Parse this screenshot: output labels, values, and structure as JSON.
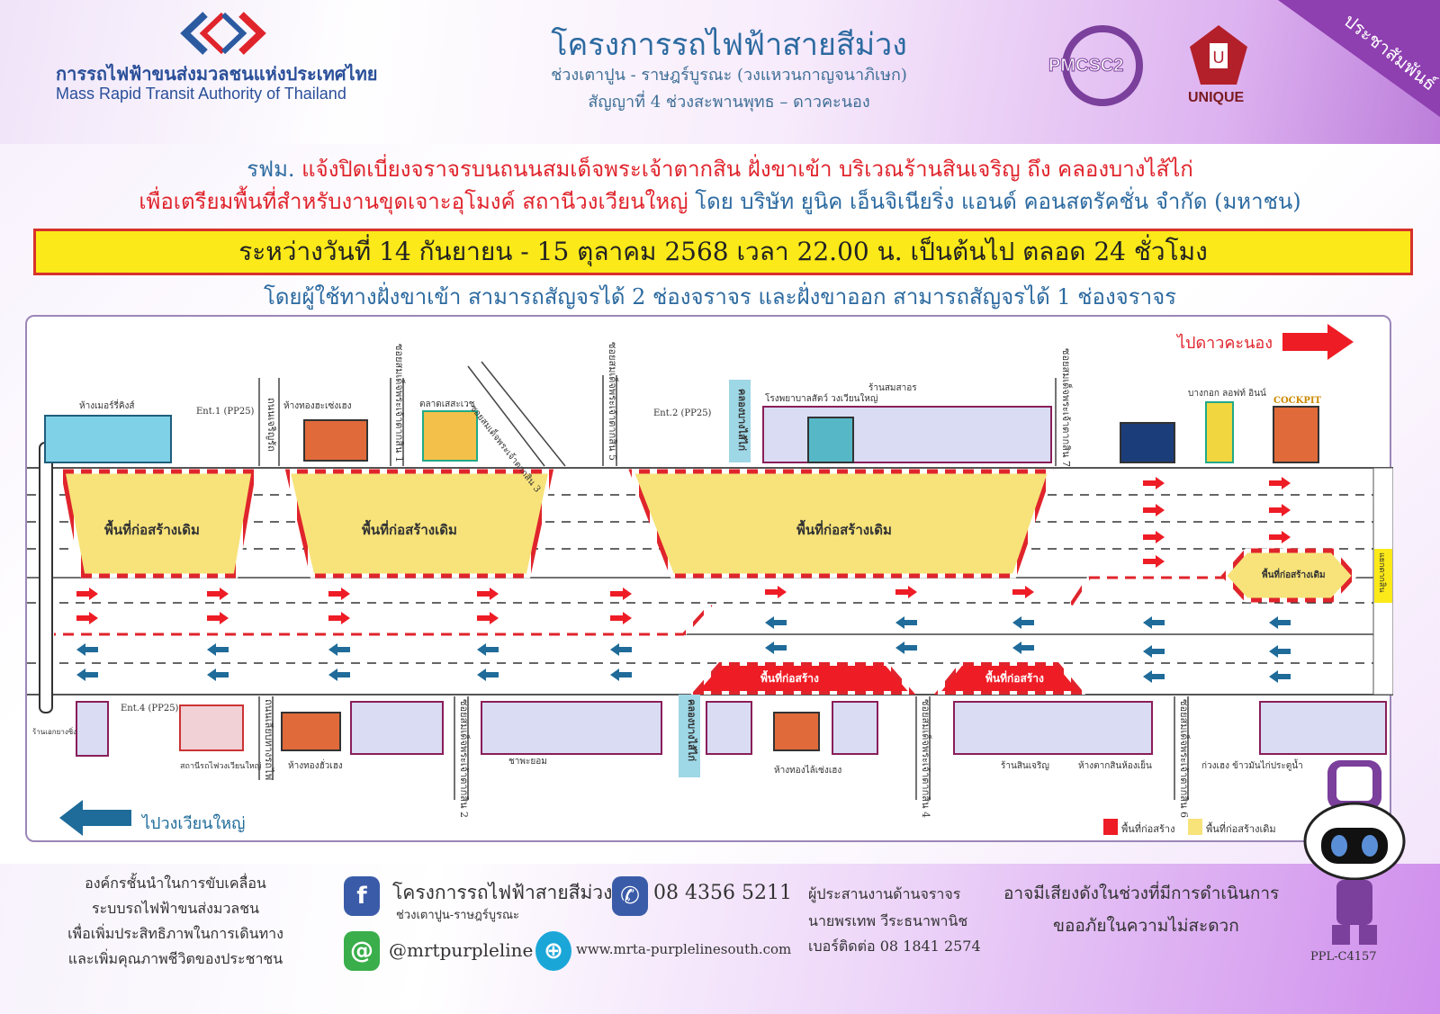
{
  "header": {
    "org_th": "การรถไฟฟ้าขนส่งมวลชนแห่งประเทศไทย",
    "org_en": "Mass Rapid Transit Authority of Thailand",
    "project_title": "โครงการรถไฟฟ้าสายสีม่วง",
    "route": "ช่วงเตาปูน - ราษฎร์บูรณะ (วงแหวนกาญจนาภิเษก)",
    "contract": "สัญญาที่ 4 ช่วงสะพานพุทธ – ดาวคะนอง",
    "logo_pmcsc2": "PMCSC2",
    "logo_unique": "UNIQUE",
    "corner_tag": "ประชาสัมพันธ์"
  },
  "notice": {
    "line1_prefix": "รฟม.",
    "line1": "แจ้งปิดเบี่ยงจราจรบนถนนสมเด็จพระเจ้าตากสิน ฝั่งขาเข้า บริเวณร้านสินเจริญ ถึง คลองบางไส้ไก่",
    "line2": "เพื่อเตรียมพื้นที่สำหรับงานขุดเจาะอุโมงค์ สถานีวงเวียนใหญ่",
    "line2_suffix": "โดย บริษัท ยูนิค เอ็นจิเนียริ่ง แอนด์ คอนสตรัคชั่น จำกัด (มหาชน)",
    "period": "ระหว่างวันที่ 14 กันยายน - 15 ตุลาคม 2568 เวลา 22.00 น. เป็นต้นไป ตลอด 24 ชั่วโมง",
    "lanes": "โดยผู้ใช้ทางฝั่งขาเข้า สามารถสัญจรได้ 2 ช่องจราจร และฝั่งขาออก สามารถสัญจรได้ 1 ช่องจราจร"
  },
  "diagram": {
    "to_dao_khanong": "ไปดาวคะนอง",
    "to_wongwian_yai": "ไปวงเวียนใหญ่",
    "existing_zone": "พื้นที่ก่อสร้างเดิม",
    "construction_zone": "พื้นที่ก่อสร้าง",
    "top_labels": [
      "ห้างเมอร์รี่คิงส์",
      "Ent.1 (PP25)",
      "ห้างทองฮะเซ่งเฮง",
      "ตลาดเสสะเวช",
      "Ent.2 (PP25)",
      "โรงพยาบาลสัตว์ วงเวียนใหญ่",
      "ร้านสมสาอร",
      "บางกอก ลอฟท์ อินน์"
    ],
    "top_roads": [
      "ถนนเจริญรัถ",
      "ซอยสมเด็จพระเจ้าตากสิน 1",
      "ซอยสมเด็จพระเจ้าตากสิน 3",
      "ซอยสมเด็จพระเจ้าตากสิน 5",
      "คลองบางไส้ไก่",
      "ซอยสมเด็จพระเจ้าตากสิน 7"
    ],
    "bottom_labels": [
      "ร้านเอกยางซิ่ง",
      "Ent.4 (PP25)",
      "สถานีรถไฟวงเวียนใหญ่",
      "ห้างทองฮั่วเฮง",
      "ชาพะยอม",
      "ห้างทองไล้เซ่งเฮง",
      "ร้านสินเจริญ",
      "ห้างตากสินห้องเย็น",
      "ก่วงเฮง ข้าวมันไก่ประตูน้ำ"
    ],
    "bottom_roads": [
      "ถนนเลียบทางรถไฟ",
      "ซอยสมเด็จพระเจ้าตากสิน 2",
      "คลองบางไส้ไก่",
      "ซอยสมเด็จพระเจ้าตากสิน 4",
      "ซอยสมเด็จพระเจ้าตากสิน 6"
    ],
    "junction": "แยกตากสิน",
    "cockpit_sign": "COCKPIT",
    "legend": [
      {
        "label": "พื้นที่ก่อสร้าง",
        "color": "#ee1c25"
      },
      {
        "label": "พื้นที่ก่อสร้างเดิม",
        "color": "#f7e37a"
      }
    ]
  },
  "footer": {
    "slogan": [
      "องค์กรชั้นนำในการขับเคลื่อน",
      "ระบบรถไฟฟ้าขนส่งมวลชน",
      "เพื่อเพิ่มประสิทธิภาพในการเดินทาง",
      "และเพิ่มคุณภาพชีวิตของประชาชน"
    ],
    "facebook": "โครงการรถไฟฟ้าสายสีม่วง",
    "facebook_sub": "ช่วงเตาปูน-ราษฎร์บูรณะ",
    "phone": "08 4356 5211",
    "line": "@mrtpurpleline",
    "website": "www.mrta-purplelinesouth.com",
    "coordinator_title": "ผู้ประสานงานด้านจราจร",
    "coordinator_name": "นายพรเทพ วีระธนาพานิช",
    "coordinator_phone": "เบอร์ติดต่อ 08 1841 2574",
    "apology1": "อาจมีเสียงดังในช่วงที่มีการดำเนินการ",
    "apology2": "ขออภัยในความไม่สะดวก",
    "code": "PPL-C4157"
  },
  "colors": {
    "purple": "#8e3fb0",
    "blue": "#2c6aa0",
    "red": "#e0242c",
    "yellow": "#fbe919"
  }
}
